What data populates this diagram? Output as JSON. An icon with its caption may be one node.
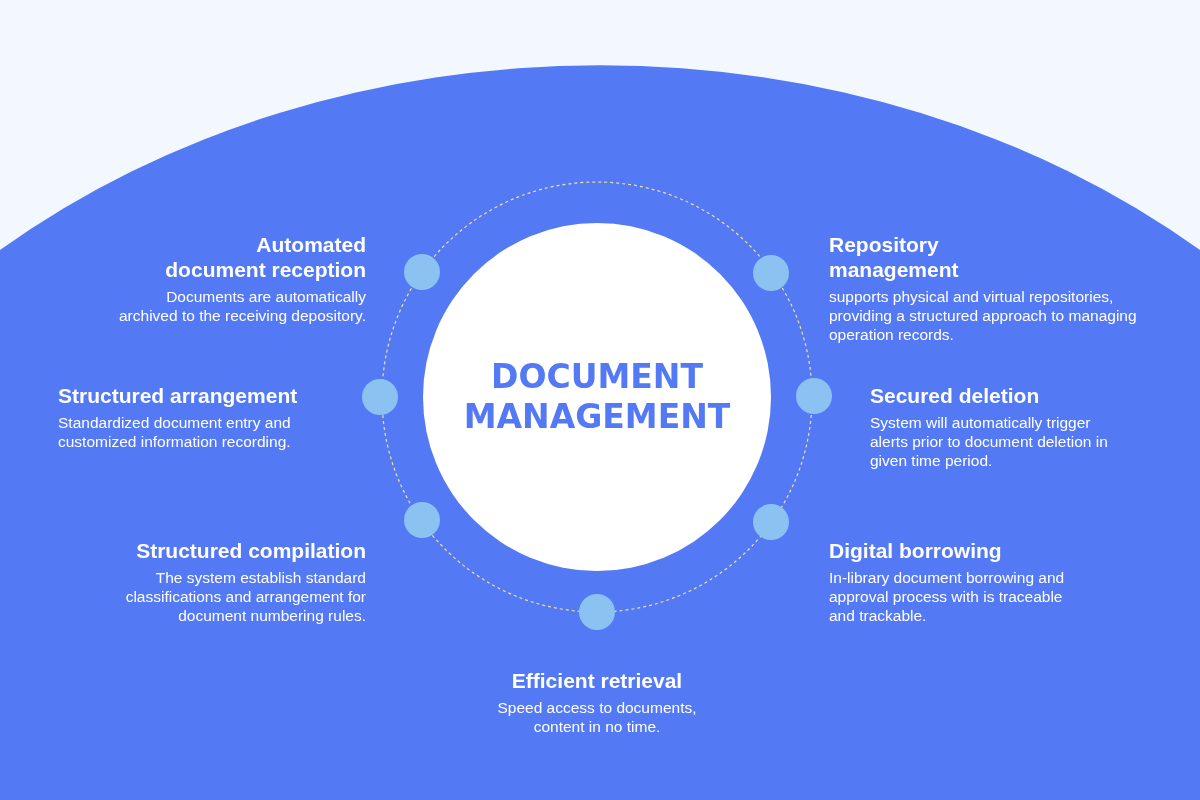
{
  "diagram": {
    "nodes": [
      {
        "text": [
          "DOCUMENT MANAGEMENT"
        ]
      },
      {
        "text": [],
        "shape": "circle",
        "beside": [
          "Automated document reception",
          "Documents are automatically archived to the receiving depository."
        ]
      },
      {
        "text": [],
        "shape": "circle",
        "beside": [
          "Repository management",
          "supports physical and virtual repositories, providing a structured approach to managing operation records."
        ]
      },
      {
        "text": [],
        "shape": "circle",
        "beside": [
          "Structured arrangement",
          "Standardized document entry and customized information recording."
        ]
      },
      {
        "text": [],
        "shape": "circle",
        "beside": [
          "Secured deletion",
          "System will automatically trigger alerts prior to document deletion in given time period."
        ]
      },
      {
        "text": [],
        "shape": "circle",
        "beside": [
          "Structured compilation",
          "The system establish standard classifications and arrangement for document numbering rules."
        ]
      },
      {
        "text": [],
        "shape": "circle",
        "beside": [
          "Digital borrowing",
          "In-library document borrowing and approval process with is traceable and trackable."
        ]
      },
      {
        "text": [],
        "shape": "circle",
        "beside": [
          "Efficient retrieval",
          "Speed access to documents, content in no time."
        ]
      }
    ]
  }
}
